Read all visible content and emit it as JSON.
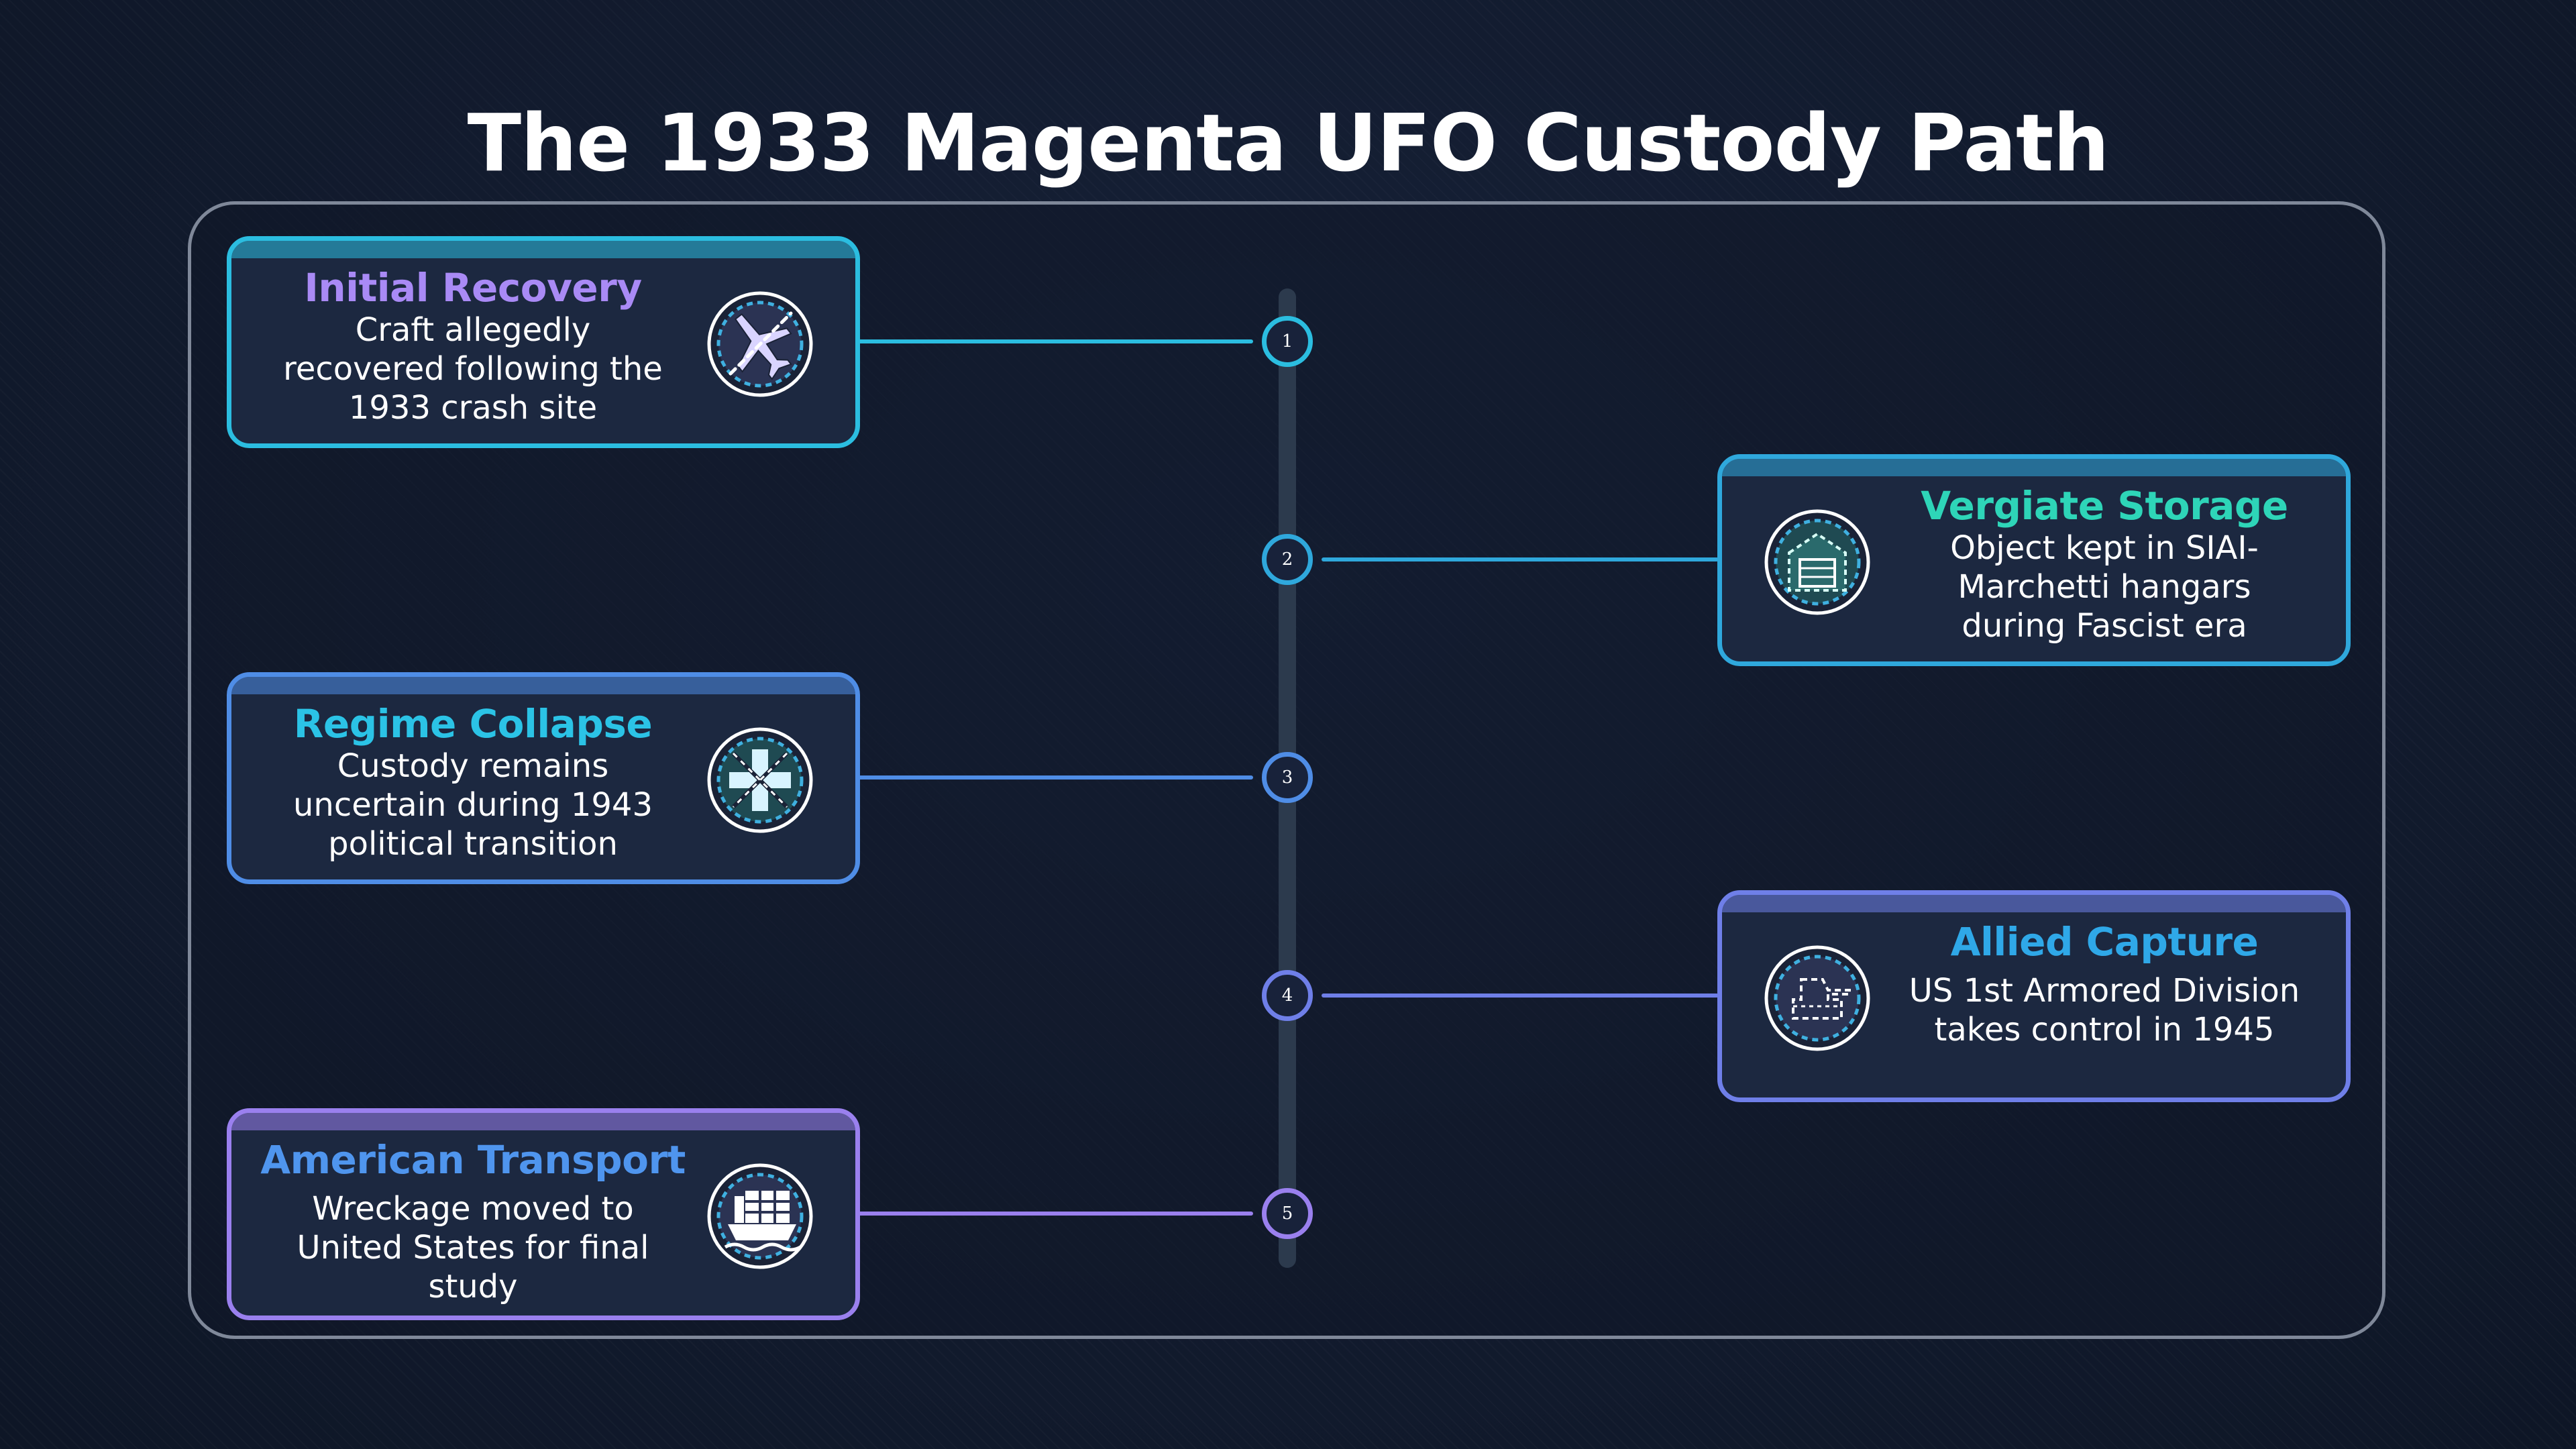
{
  "title": "The 1933 Magenta UFO Custody Path",
  "colors": {
    "cyan": "#2bbde0",
    "sky": "#2fa8dc",
    "blue": "#4f8de6",
    "indigo": "#6f7fe8",
    "violet": "#9a80ee",
    "teal": "#2ed5b8",
    "card_bg": "#1c2840",
    "spine": "#2c3a4d",
    "frame": "#7f8899"
  },
  "steps": [
    {
      "number": "1",
      "title": "Initial Recovery",
      "description": "Craft allegedly recovered following the 1933 crash site",
      "icon": "crashed-plane-icon",
      "side": "left",
      "border_color": "#2bbde0",
      "title_color": "#a98af5"
    },
    {
      "number": "2",
      "title": "Vergiate Storage",
      "description": "Object kept in SIAI-Marchetti hangars during Fascist era",
      "icon": "hangar-icon",
      "side": "right",
      "border_color": "#2fa8dc",
      "title_color": "#2ed5b8"
    },
    {
      "number": "3",
      "title": "Regime Collapse",
      "description": "Custody remains uncertain during 1943 political transition",
      "icon": "broken-cross-icon",
      "side": "left",
      "border_color": "#4f8de6",
      "title_color": "#2bc3e6"
    },
    {
      "number": "4",
      "title": "Allied Capture",
      "description": "US 1st Armored Division takes control in 1945",
      "icon": "tank-icon",
      "side": "right",
      "border_color": "#6f7fe8",
      "title_color": "#2fa8e8"
    },
    {
      "number": "5",
      "title": "American Transport",
      "description": "Wreckage moved to United States for final study",
      "icon": "cargo-ship-icon",
      "side": "left",
      "border_color": "#9a80ee",
      "title_color": "#4f95ee"
    }
  ]
}
